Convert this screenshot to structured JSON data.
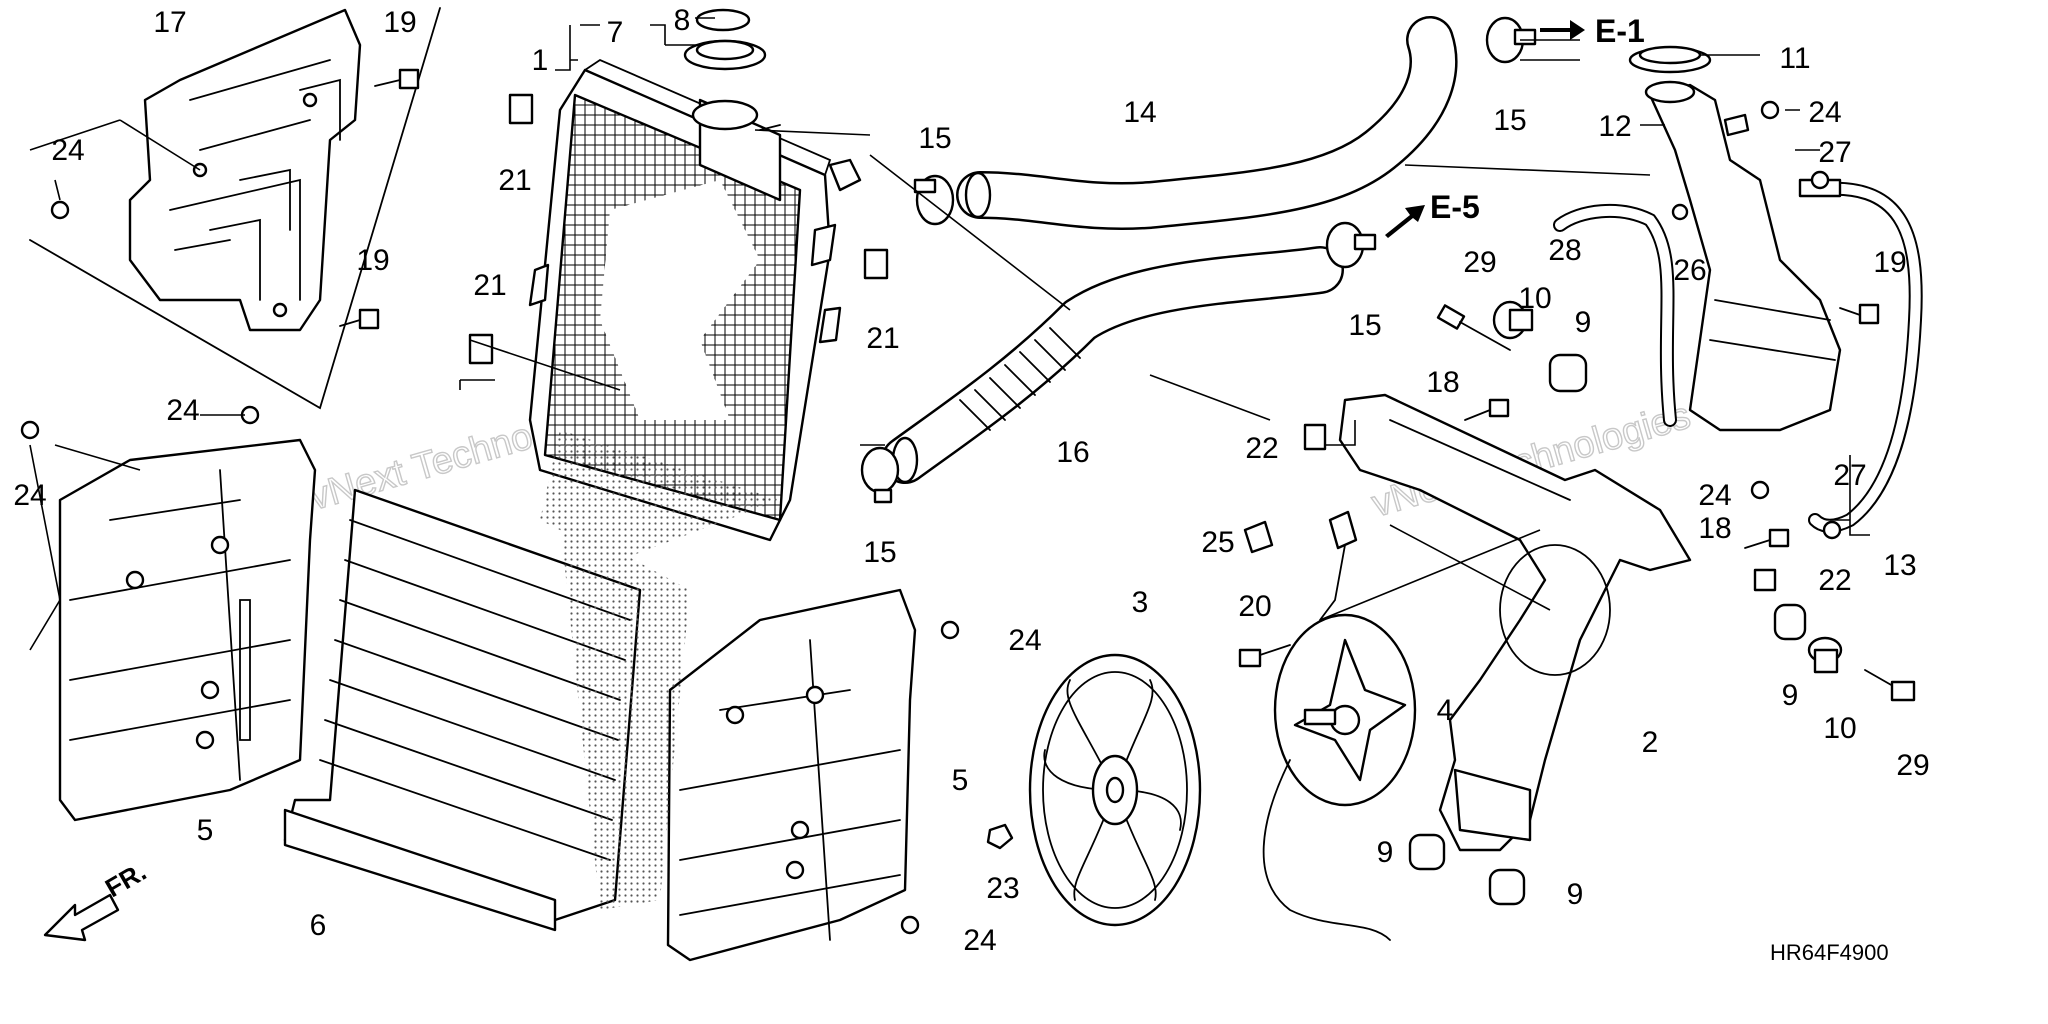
{
  "diagram": {
    "code": "HR64F4900",
    "direction": "FR.",
    "references": [
      "E-1",
      "E-5"
    ],
    "watermarks": [
      "vNext Technologies",
      "vNext Technologies"
    ],
    "labels": {
      "p1": "1",
      "p2": "2",
      "p3": "3",
      "p4": "4",
      "p5a": "5",
      "p5b": "5",
      "p6": "6",
      "p7": "7",
      "p8": "8",
      "p9a": "9",
      "p9b": "9",
      "p9c": "9",
      "p9d": "9",
      "p10a": "10",
      "p10b": "10",
      "p11": "11",
      "p12": "12",
      "p13": "13",
      "p14": "14",
      "p15a": "15",
      "p15b": "15",
      "p15c": "15",
      "p15d": "15",
      "p16": "16",
      "p17": "17",
      "p18a": "18",
      "p18b": "18",
      "p19a": "19",
      "p19b": "19",
      "p19c": "19",
      "p20": "20",
      "p21a": "21",
      "p21b": "21",
      "p21c": "21",
      "p22a": "22",
      "p22b": "22",
      "p23": "23",
      "p24a": "24",
      "p24b": "24",
      "p24c": "24",
      "p24d": "24",
      "p24e": "24",
      "p24f": "24",
      "p24g": "24",
      "p25": "25",
      "p26": "26",
      "p27a": "27",
      "p27b": "27",
      "p28": "28",
      "p29a": "29",
      "p29b": "29"
    }
  }
}
